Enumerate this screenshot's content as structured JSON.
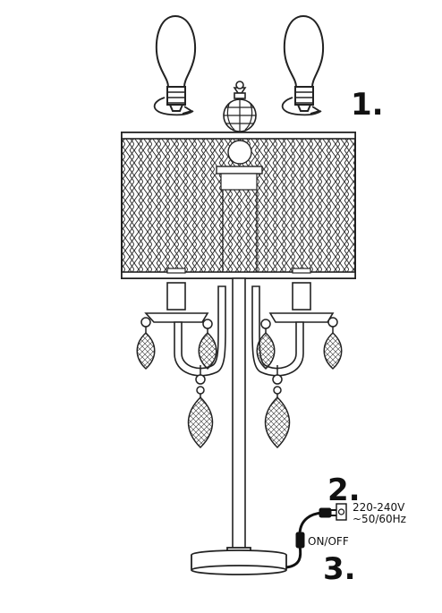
{
  "steps": {
    "bulbs": "1.",
    "plug": "2.",
    "switch": "3."
  },
  "power": {
    "voltage": "220-240V",
    "frequency": "~50/60Hz",
    "switch_label": "ON/OFF"
  },
  "colors": {
    "line": "#222222",
    "background": "#ffffff"
  }
}
